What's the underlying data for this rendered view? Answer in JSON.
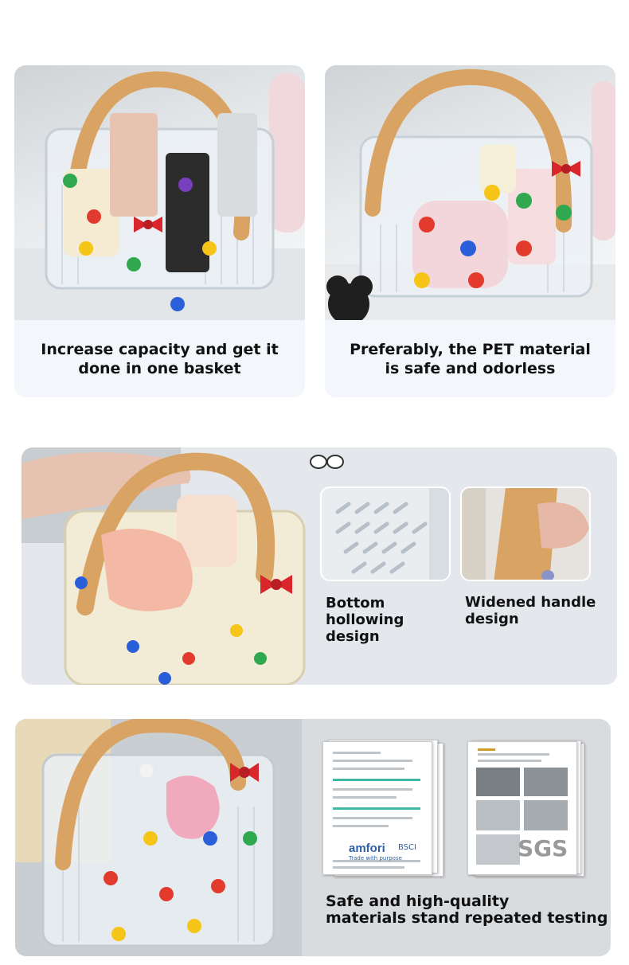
{
  "features_top": [
    {
      "caption": "Increase capacity and get it\ndone in one basket"
    },
    {
      "caption": "Preferably, the PET material\nis safe and odorless"
    }
  ],
  "features_middle": {
    "bottom": "Bottom\nhollowing\ndesign",
    "handle": "Widened handle\ndesign"
  },
  "certification": {
    "caption": "Safe and high-quality\nmaterials stand repeated testing",
    "amfori_logo": "amfori",
    "amfori_tagline": "Trade with purpose",
    "bsci_logo": "BSCI",
    "sgs_logo": "SGS"
  },
  "colors": {
    "handle": "#d9a463",
    "dot_red": "#e23b2e",
    "dot_yellow": "#f5c518",
    "dot_green": "#2fa84f",
    "dot_blue": "#2b5fd9",
    "dot_purple": "#7a3fc1",
    "bow_red": "#d8262c",
    "amfori_blue": "#2d5fa8"
  }
}
